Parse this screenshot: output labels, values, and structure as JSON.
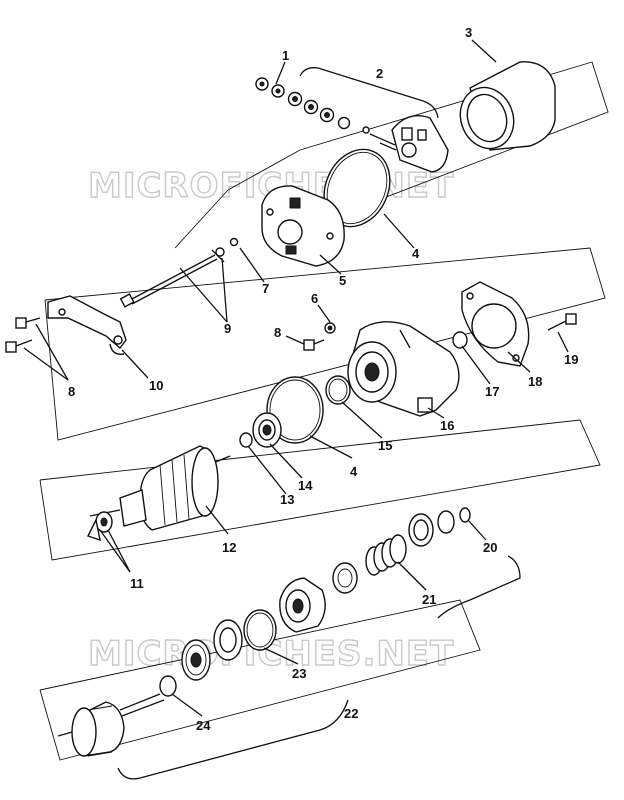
{
  "watermark": "MICROFICHES.NET",
  "callouts": [
    "1",
    "2",
    "3",
    "4",
    "4",
    "5",
    "6",
    "7",
    "8",
    "8",
    "9",
    "10",
    "11",
    "12",
    "13",
    "14",
    "15",
    "16",
    "17",
    "18",
    "19",
    "20",
    "21",
    "22",
    "23",
    "24"
  ]
}
